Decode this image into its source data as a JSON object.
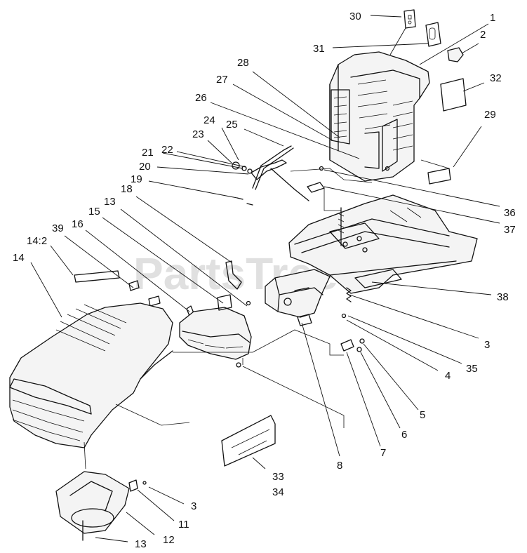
{
  "watermark": "PartsTree",
  "watermark_tm": "™",
  "callouts": {
    "c1": "1",
    "c2": "2",
    "c3a": "3",
    "c3b": "3",
    "c4": "4",
    "c5": "5",
    "c6": "6",
    "c7": "7",
    "c8": "8",
    "c11": "11",
    "c12": "12",
    "c13a": "13",
    "c13b": "13",
    "c14": "14",
    "c14_2": "14:2",
    "c15": "15",
    "c16": "16",
    "c18": "18",
    "c19": "19",
    "c20": "20",
    "c21": "21",
    "c22": "22",
    "c23": "23",
    "c24": "24",
    "c25": "25",
    "c26": "26",
    "c27": "27",
    "c28": "28",
    "c29": "29",
    "c30": "30",
    "c31": "31",
    "c32": "32",
    "c33": "33",
    "c34": "34",
    "c35": "35",
    "c36": "36",
    "c37": "37",
    "c38": "38",
    "c39": "39"
  }
}
